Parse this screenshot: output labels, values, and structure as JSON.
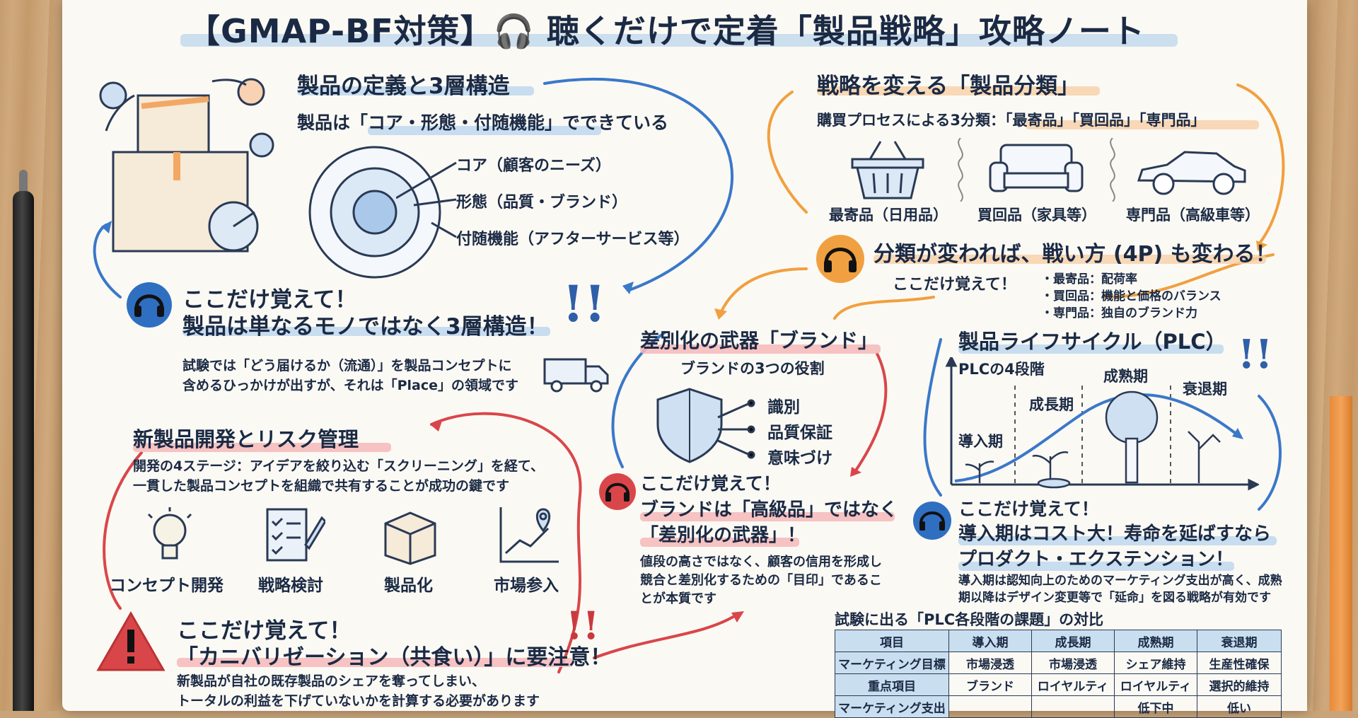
{
  "title": "【GMAP-BF対策】🎧 聴くだけで定着「製品戦略」攻略ノート",
  "sections": {
    "definition": {
      "heading": "製品の定義と3層構造",
      "subheading": "製品は「コア・形態・付随機能」でできている",
      "layers": [
        "コア（顧客のニーズ）",
        "形態（品質・ブランド）",
        "付随機能（アフターサービス等）"
      ],
      "remember_label": "ここだけ覚えて！",
      "remember_text": "製品は単なるモノではなく3層構造！",
      "note_line1": "試験では「どう届けるか（流通）」を製品コンセプトに",
      "note_line2": "含めるひっかけが出すが、それは「Place」の領域です"
    },
    "classification": {
      "heading": "戦略を変える「製品分類」",
      "subheading": "購買プロセスによる3分類：「最寄品」「買回品」「専門品」",
      "items": [
        "最寄品（日用品）",
        "買回品（家具等）",
        "専門品（高級車等）"
      ],
      "headline": "分類が変われば、戦い方 (4P) も変わる！",
      "remember_label": "ここだけ覚えて！",
      "bullets": [
        "・最寄品：配荷率",
        "・買回品：機能と価格のバランス",
        "・専門品：独自のブランド力"
      ]
    },
    "brand": {
      "heading": "差別化の武器「ブランド」",
      "roles_title": "ブランドの3つの役割",
      "roles": [
        "識別",
        "品質保証",
        "意味づけ"
      ],
      "remember_label": "ここだけ覚えて！",
      "remember_line1": "ブランドは「高級品」ではなく",
      "remember_line2": "「差別化の武器」！",
      "note_line1": "値段の高さではなく、顧客の信用を形成し",
      "note_line2": "競合と差別化するための「目印」であるこ",
      "note_line3": "とが本質です"
    },
    "plc": {
      "heading": "製品ライフサイクル（PLC）",
      "chart_title": "PLCの4段階",
      "stages": [
        "導入期",
        "成長期",
        "成熟期",
        "衰退期"
      ],
      "remember_label": "ここだけ覚えて！",
      "remember_line1": "導入期はコスト大！寿命を延ばすなら",
      "remember_line2": "プロダクト・エクステンション！",
      "note_line1": "導入期は認知向上のためのマーケティング支出が高く、成熟",
      "note_line2": "期以降はデザイン変更等で「延命」を図る戦略が有効です"
    },
    "development": {
      "heading": "新製品開発とリスク管理",
      "desc_line1": "開発の4ステージ：アイデアを絞り込む「スクリーニング」を経て、",
      "desc_line2": "一貫した製品コンセプトを組織で共有することが成功の鍵です",
      "stages": [
        "コンセプト開発",
        "戦略検討",
        "製品化",
        "市場参入"
      ],
      "remember_label": "ここだけ覚えて！",
      "remember_text": "「カニバリゼーション（共食い）」に要注意！",
      "note_line1": "新製品が自社の既存製品のシェアを奪ってしまい、",
      "note_line2": "トータルの利益を下げていないかを計算する必要があります"
    },
    "table": {
      "title": "試験に出る「PLC各段階の課題」の対比",
      "headers": [
        "項目",
        "導入期",
        "成長期",
        "成熟期",
        "衰退期"
      ],
      "rows": [
        [
          "マーケティング目標",
          "市場浸透",
          "市場浸透",
          "シェア維持",
          "生産性確保"
        ],
        [
          "重点項目",
          "ブランド",
          "ロイヤルティ",
          "ロイヤルティ",
          "選択的維持"
        ],
        [
          "マーケティング支出",
          "",
          "",
          "低下中",
          "低い"
        ]
      ]
    }
  },
  "colors": {
    "blue": "#3a78c9",
    "orange": "#f0a040",
    "red": "#d9464a",
    "navy": "#1b2a44",
    "highlight_blue": "#bcd6ee"
  }
}
